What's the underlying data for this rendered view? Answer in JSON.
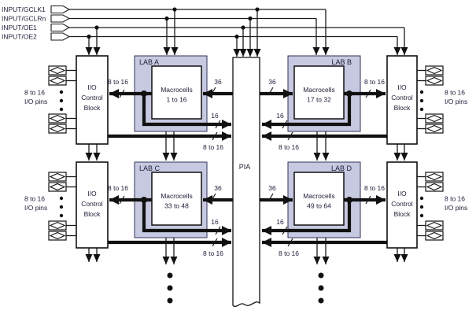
{
  "inputs": [
    {
      "label": "INPUT/GCLK1"
    },
    {
      "label": "INPUT/GCLRn"
    },
    {
      "label": "INPUT/OE1"
    },
    {
      "label": "INPUT/OE2"
    }
  ],
  "labs": [
    {
      "name": "LAB A",
      "cells": "Macrocells",
      "range": "1 to 16"
    },
    {
      "name": "LAB B",
      "cells": "Macrocells",
      "range": "17 to 32"
    },
    {
      "name": "LAB C",
      "cells": "Macrocells",
      "range": "33 to 48"
    },
    {
      "name": "LAB D",
      "cells": "Macrocells",
      "range": "49 to 64"
    }
  ],
  "pia": {
    "label": "PIA"
  },
  "io_block": {
    "line1": "I/O",
    "line2": "Control",
    "line3": "Block"
  },
  "bus": {
    "w8_16": "8 to 16",
    "w36": "36",
    "w16": "16"
  },
  "io_pins": {
    "line1": "8 to 16",
    "line2": "I/O pins"
  },
  "colors": {
    "lab_fill": "#c6c9e0",
    "lab_border": "#32325a",
    "line": "#1a1a1a"
  }
}
